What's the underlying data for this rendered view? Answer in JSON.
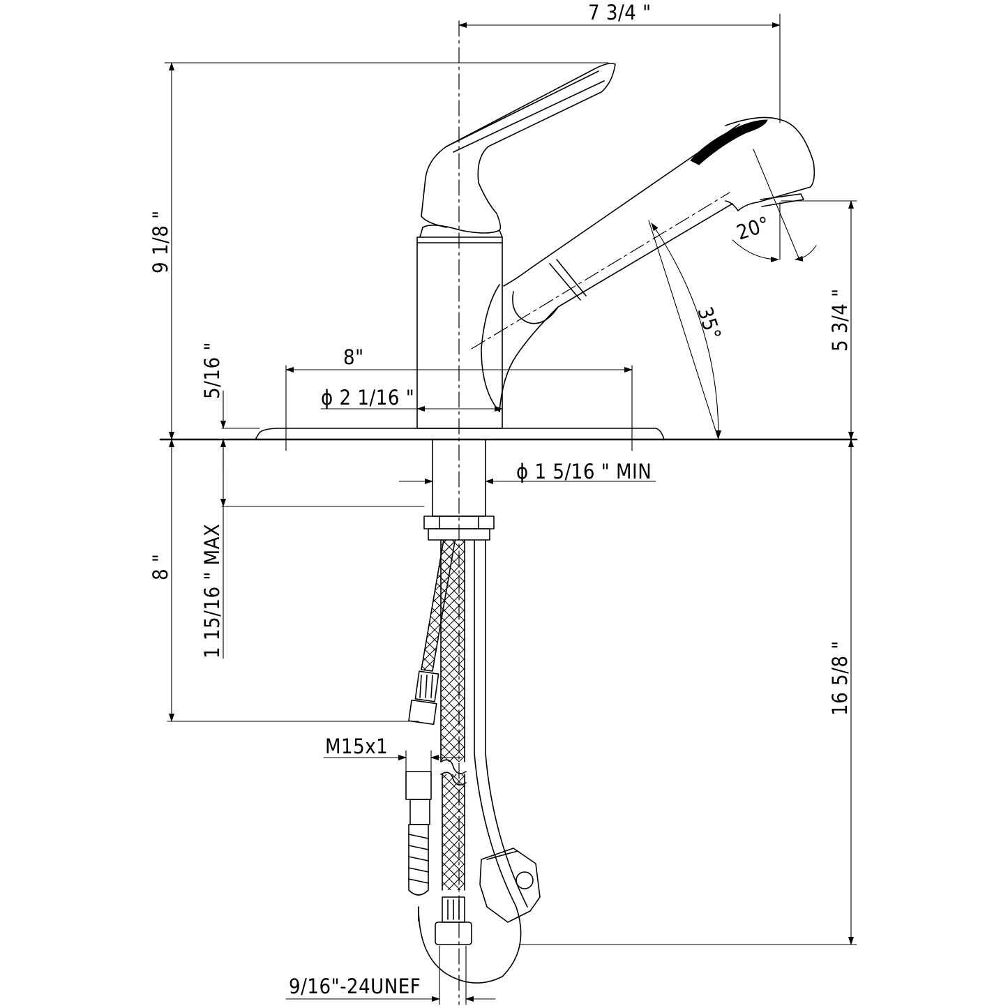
{
  "drawing": {
    "title": "",
    "dimensions": {
      "overall_reach": "7 3/4 \"",
      "overall_height": "9 1/8 \"",
      "spout_height": "5 3/4 \"",
      "deck_plate_thickness": "5/16 \"",
      "deck_plate_width": "8\"",
      "body_diameter": "ϕ 2 1/16 \"",
      "hole_diameter": "ϕ 1 5/16 \"  MIN",
      "shank_length": "8 \"",
      "max_deck_thickness": "1 15/16 \"  MAX",
      "hose_length": "16 5/8 \"",
      "inlet_thread": "M15x1",
      "hose_thread": "9/16\"-24UNEF",
      "spout_angle": "35°",
      "spray_angle": "20°"
    }
  }
}
